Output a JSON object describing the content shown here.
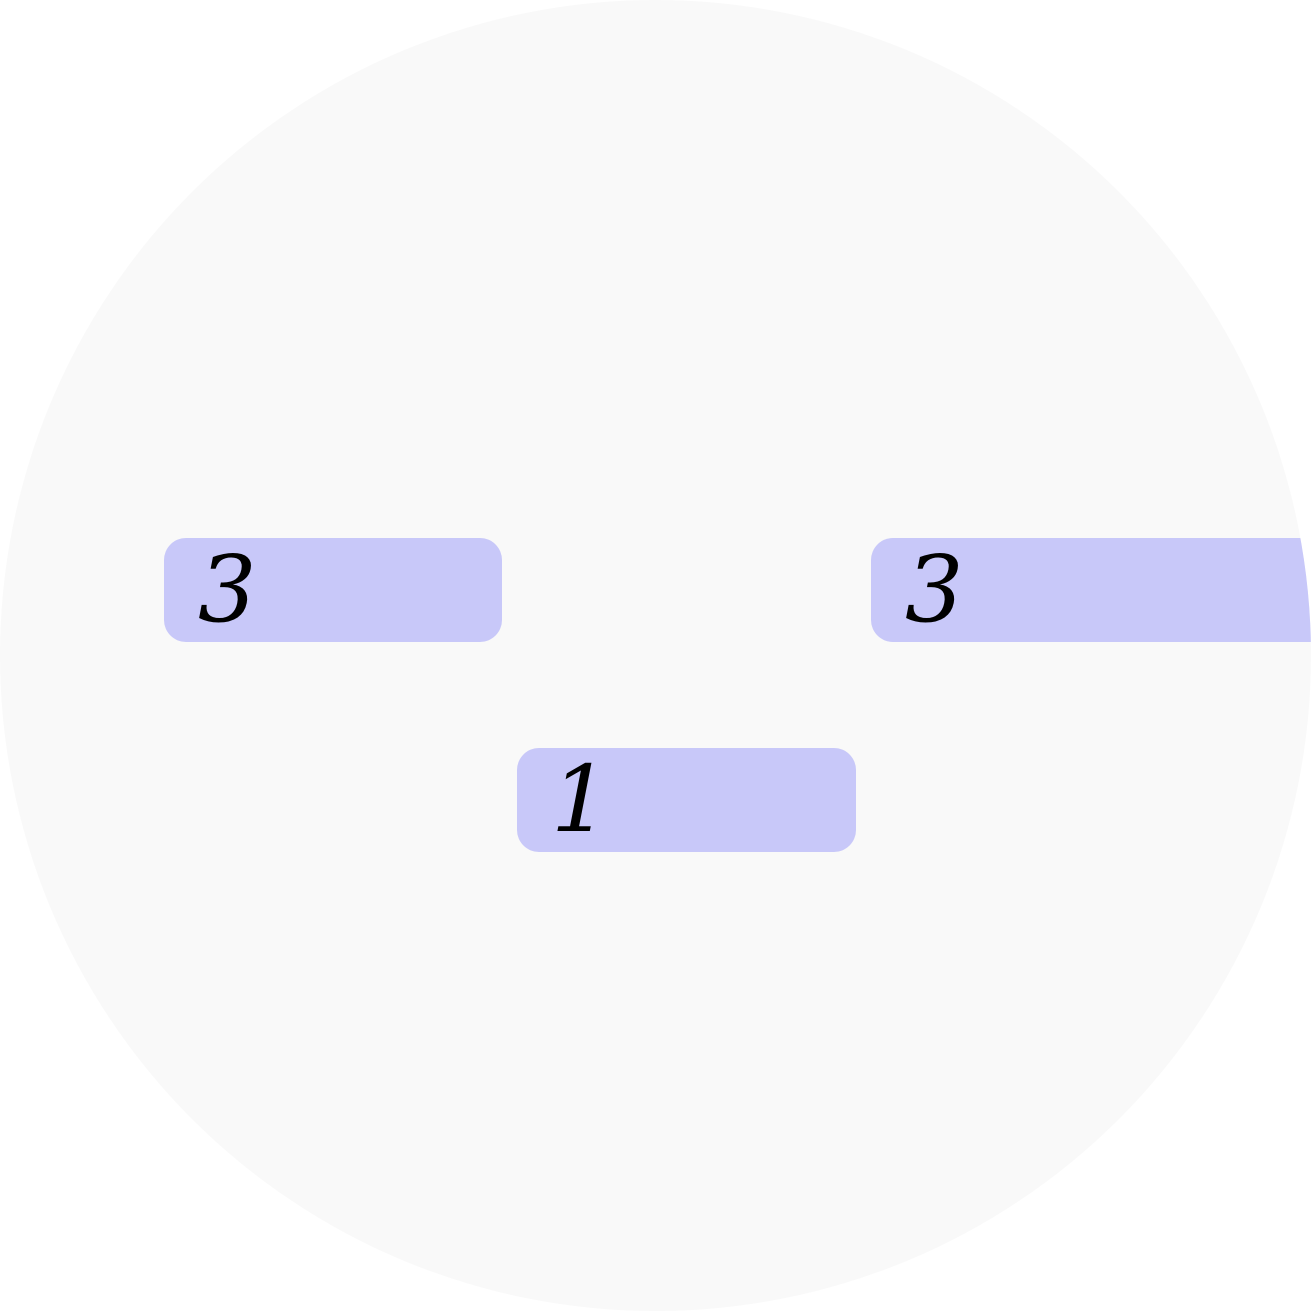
{
  "colors": {
    "background": "#ffffff",
    "disc": "#f9f9f9",
    "tile": "#c8c8f9",
    "text": "#000000"
  },
  "tiles": [
    {
      "label": "3"
    },
    {
      "label": "3"
    },
    {
      "label": "1"
    }
  ]
}
